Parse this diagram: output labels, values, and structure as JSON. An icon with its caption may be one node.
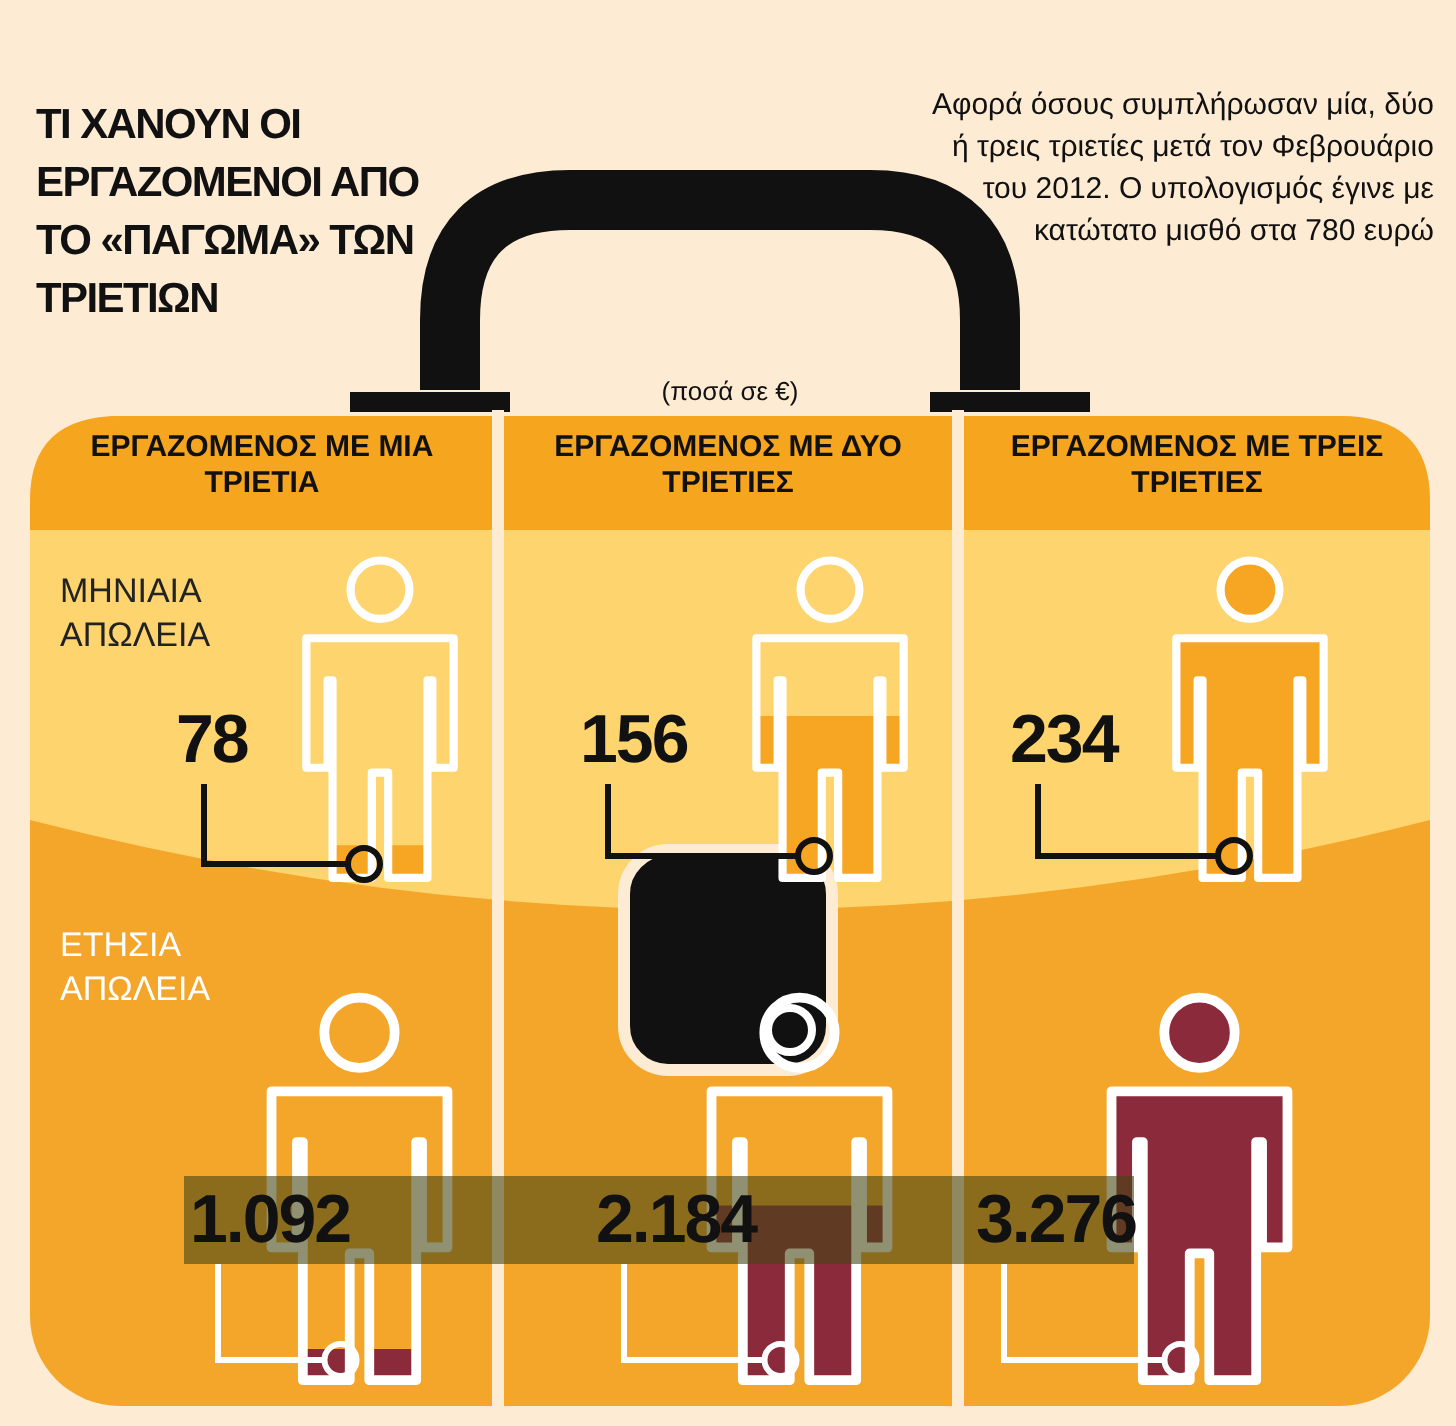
{
  "diagram": {
    "title": "ΤΙ ΧΑΝΟΥΝ ΟΙ ΕΡΓΑΖΟΜΕΝΟΙ ΑΠΟ ΤΟ «ΠΑΓΩΜΑ» ΤΩΝ ΤΡΙΕΤΙΩΝ",
    "nodes": [
      {
        "text": [
          "78"
        ]
      },
      {
        "text": [],
        "shape": "person"
      },
      {
        "text": [
          "156"
        ]
      },
      {
        "text": [],
        "shape": "person"
      },
      {
        "text": [
          "234"
        ]
      },
      {
        "text": [],
        "shape": "person"
      },
      {
        "text": [
          "1.092"
        ]
      },
      {
        "text": [],
        "shape": "person"
      },
      {
        "text": [
          "2.184"
        ]
      },
      {
        "text": [],
        "shape": "person"
      },
      {
        "text": [
          "3.276"
        ]
      },
      {
        "text": [],
        "shape": "person"
      }
    ],
    "edges": [
      {
        "from": 0,
        "to": 1,
        "arrow": "other"
      },
      {
        "from": 2,
        "to": 3,
        "arrow": "other"
      },
      {
        "from": 4,
        "to": 5,
        "arrow": "other"
      },
      {
        "from": 6,
        "to": 7,
        "arrow": "other",
        "color": "#ffffff"
      },
      {
        "from": 8,
        "to": 9,
        "arrow": "other",
        "color": "#ffffff"
      },
      {
        "from": 10,
        "to": 11,
        "arrow": "other",
        "color": "#ffffff"
      }
    ],
    "labels": [
      "Αφορά όσους συμπλήρωσαν μία, δύο ή τρεις τριετίες μετά τον Φεβρουάριο του 2012. Ο υπολογισμός έγινε με κατώτατο μισθό στα 780 ευρώ",
      "(ποσά σε €)",
      "ΕΡΓΑΖΟΜΕΝΟΣ ΜΕ ΜΙΑ ΤΡΙΕΤΙΑ",
      "ΕΡΓΑΖΟΜΕΝΟΣ ΜΕ ΔΥΟ ΤΡΙΕΤΙΕΣ",
      "ΕΡΓΑΖΟΜΕΝΟΣ ΜΕ ΤΡΕΙΣ ΤΡΙΕΤΙΕΣ",
      "ΜΗΝΙΑΙΑ ΑΠΩΛΕΙΑ",
      "ΕΤΗΣΙΑ ΑΠΩΛΕΙΑ"
    ]
  }
}
